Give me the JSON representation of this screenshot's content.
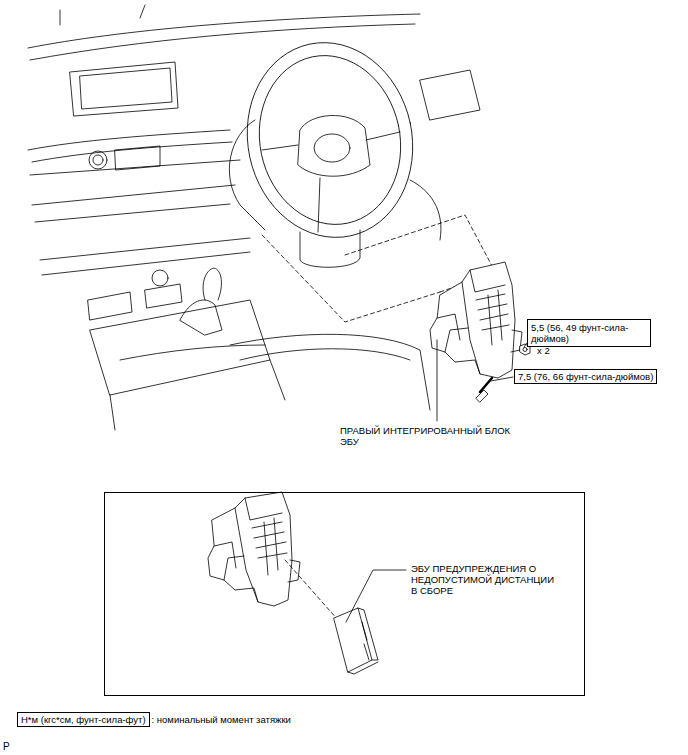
{
  "diagram": {
    "nodes": [
      {
        "text": [
          "5,5 (56, 49 фунт-сила-дюймов)"
        ]
      },
      {
        "text": [
          "7,5 (76, 66 фунт-сила-дюймов)"
        ]
      },
      {
        "text": [
          "ЭБУ ПРЕДУПРЕЖДЕНИЯ О НЕДОПУСТИМОЙ ДИСТАНЦИИ В СБОРЕ"
        ]
      },
      {
        "text": [
          "Н*м (кгс*см, фунт-сила-фут)"
        ]
      }
    ],
    "labels": [
      "x 2",
      "ПРАВЫЙ ИНТЕГРИРОВАННЫЙ БЛОК ЭБУ",
      ": номинальный момент затяжки",
      "P"
    ]
  }
}
